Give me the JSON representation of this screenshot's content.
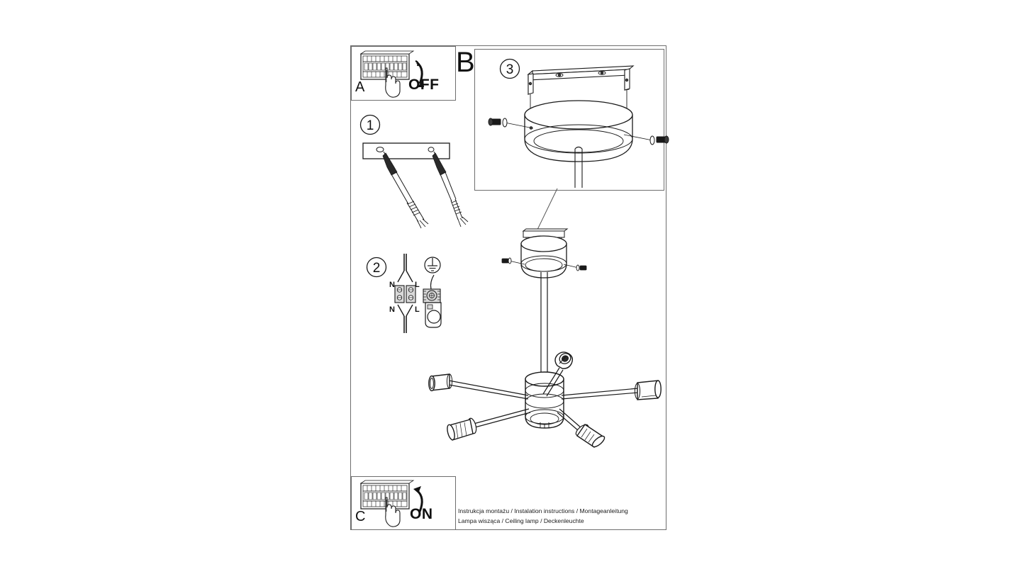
{
  "document": {
    "type": "installation-instruction-sheet",
    "caption_line1": "Instrukcja montażu / Instalation instructions / Montageanleitung",
    "caption_line2": "Lampa wisząca / Ceiling lamp / Deckenleuchte"
  },
  "panels": {
    "a": {
      "letter": "A",
      "action_label": "OFF",
      "icon": "breaker-panel-hand-icon",
      "arrow": "curved-arrow-down"
    },
    "c": {
      "letter": "C",
      "action_label": "ON",
      "icon": "breaker-panel-hand-icon",
      "arrow": "curved-arrow-up"
    },
    "b": {
      "letter": "B"
    },
    "step3": {
      "number": "3",
      "icon": "canopy-bracket-assembly"
    }
  },
  "steps": [
    {
      "number": "1",
      "icon": "mounting-bar-with-wires"
    },
    {
      "number": "2",
      "icon": "terminal-block-wiring"
    }
  ],
  "wiring": {
    "terminal_top_left": "N",
    "terminal_top_right": "L",
    "terminal_bottom_left": "N",
    "terminal_bottom_right": "L",
    "earth_symbol": "earth-ground-icon"
  },
  "fixture": {
    "name": "five-arm-ceiling-lamp",
    "arm_count": 5,
    "canopy": "round-canopy",
    "stem": "vertical-stem"
  },
  "colors": {
    "line": "#1a1a1a",
    "border": "#6e6e6e",
    "fill": "#ffffff",
    "shade": "#d9d9d9",
    "dark": "#222222"
  }
}
